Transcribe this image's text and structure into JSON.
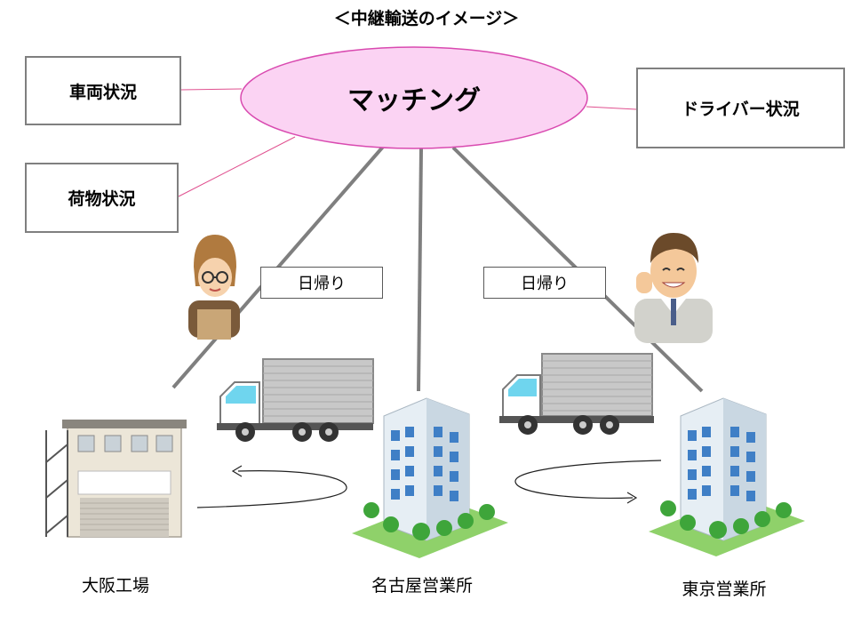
{
  "title": "＜中継輸送のイメージ＞",
  "matching": "マッチング",
  "status_boxes": {
    "vehicle": "車両状況",
    "cargo": "荷物状況",
    "driver": "ドライバー状況"
  },
  "trip_labels": {
    "left": "日帰り",
    "right": "日帰り"
  },
  "places": {
    "osaka": "大阪工場",
    "nagoya": "名古屋営業所",
    "tokyo": "東京営業所"
  },
  "colors": {
    "oval_fill": "#fbd3f3",
    "oval_stroke": "#d94ab0",
    "connector_pink": "#e0508f",
    "connector_gray": "#7f7f7f",
    "box_border": "#7f7f7f"
  }
}
